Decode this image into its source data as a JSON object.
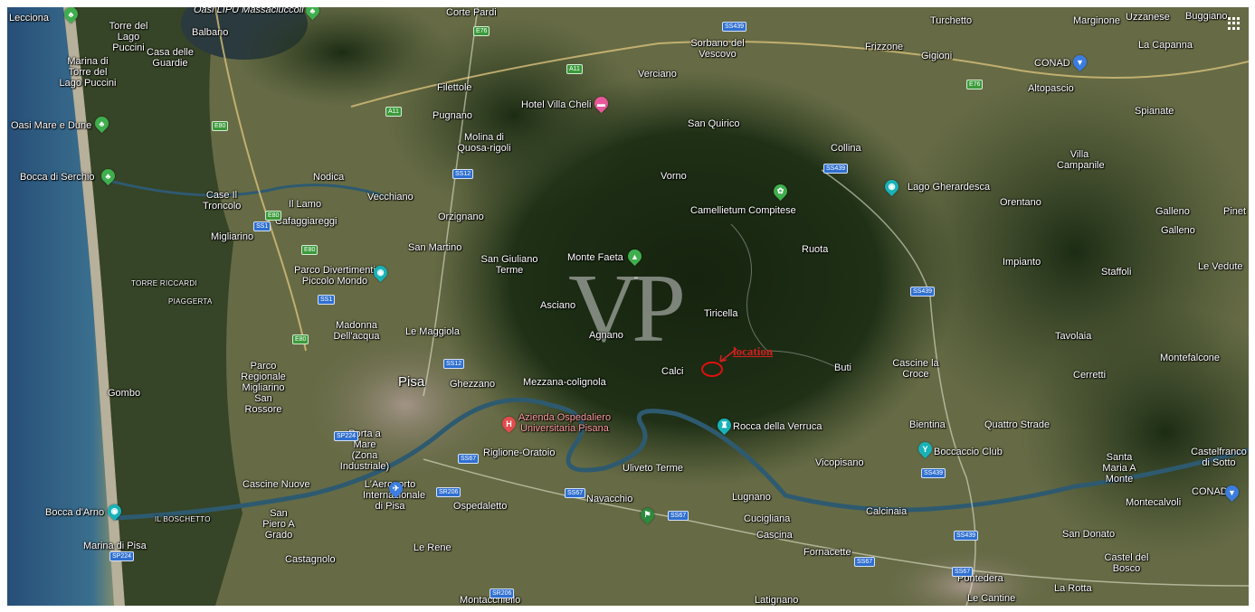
{
  "map": {
    "type": "satellite",
    "region": "Pisa, Tuscany",
    "watermark": "VP",
    "marker": {
      "label": "location",
      "color": "#e01010"
    },
    "colors": {
      "water": "#1f4d73",
      "sea": "#285c86",
      "forest": "#24361c",
      "plain": "#6a7048",
      "urban": "#8a857a",
      "river": "#2e5a70"
    }
  },
  "labels": {
    "lecciona": "Lecciona",
    "oasi_lipu": "Oasi LIPU Massaciuccoli",
    "corte_pardi": "Corte Pardi",
    "torre_lago": "Torre del Lago Puccini",
    "casa_guardie": "Casa delle Guardie",
    "marina_torre": "Marina di Torre del Lago Puccini",
    "balbano": "Balbano",
    "sorbano": "Sorbano del Vescovo",
    "verciano": "Verciano",
    "marginone": "Marginone",
    "uzzanese": "Uzzanese",
    "buggiano": "Buggiano",
    "turchetto": "Turchetto",
    "frizzone": "Frizzone",
    "gigioni": "Gigioni",
    "conad1": "CONAD",
    "la_capanna": "La Capanna",
    "altopascio": "Altopascio",
    "filettole": "Filettole",
    "hotel_villa_cheli": "Hotel Villa Cheli",
    "pugnano": "Pugnano",
    "oasi_mare": "Oasi Mare e Dune",
    "molina": "Molina di Quosa-rigoli",
    "san_quirico": "San Quirico",
    "collina": "Collina",
    "spianate": "Spianate",
    "villa_campanile": "Villa Campanile",
    "bocca_serchio": "Bocca di Serchio",
    "nodica": "Nodica",
    "vorno": "Vorno",
    "lago_gherardesca": "Lago Gherardesca",
    "case_troncolo": "Case Il Troncolo",
    "vecchiano": "Vecchiano",
    "il_lamo": "Il Lamo",
    "cafaggiareggi": "Cafaggiareggi",
    "orzignano": "Orzignano",
    "camellietum": "Camellietum Compitese",
    "orentano": "Orentano",
    "galleno1": "Galleno",
    "pinet": "Pinet",
    "galleno2": "Galleno",
    "migliarino": "Migliarino",
    "san_martino": "San Martino",
    "ruota": "Ruota",
    "monte_faeta": "Monte Faeta",
    "san_giuliano": "San Giuliano Terme",
    "impianto": "Impianto",
    "staffoli": "Staffoli",
    "le_vedute": "Le Vedute",
    "parco_divertimenti": "Parco Divertimenti Piccolo Mondo",
    "torre_riccardi": "TORRE RICCARDI",
    "piaggerta": "PIAGGERTA",
    "asciano": "Asciano",
    "tiricella": "Tiricella",
    "madonna_acqua": "Madonna Dell'acqua",
    "le_maggiola": "Le Maggiola",
    "agnano": "Agnano",
    "tavolaia": "Tavolaia",
    "buti": "Buti",
    "cascine_croce": "Cascine la Croce",
    "montefalcone": "Montefalcone",
    "calci": "Calci",
    "parco_regionale": "Parco Regionale Migliarino San Rossore",
    "pisa": "Pisa",
    "ghezzano": "Ghezzano",
    "mezzana": "Mezzana-colignola",
    "cerretti": "Cerretti",
    "gombo": "Gombo",
    "azienda": "Azienda Ospedaliero Universitaria Pisana",
    "rocca_verruca": "Rocca della Verruca",
    "bientina": "Bientina",
    "quattro_strade": "Quattro Strade",
    "porta_mare": "Porta a Mare (Zona Industriale)",
    "boccaccio": "Boccaccio Club",
    "santa_maria": "Santa Maria A Monte",
    "castelfranco": "Castelfranco di Sotto",
    "riglione": "Riglione-Oratoio",
    "uliveto": "Uliveto Terme",
    "vicopisano": "Vicopisano",
    "cascine_nuove": "Cascine Nuove",
    "aeroporto": "L'Aeroporto Internazionale di Pisa",
    "ospedaletto": "Ospedaletto",
    "navacchio": "Navacchio",
    "lugnano": "Lugnano",
    "montecalvoli": "Montecalvoli",
    "conad2": "CONAD",
    "bocca_arno": "Bocca d'Arno",
    "il_boschetto": "IL BOSCHETTO",
    "san_piero": "San Piero A Grado",
    "calcinaia": "Calcinaia",
    "cucigliana": "Cucigliana",
    "cascina": "Cascina",
    "san_donato": "San Donato",
    "marina_pisa": "Marina di Pisa",
    "le_rene": "Le Rene",
    "fornacette": "Fornacette",
    "pontedera": "Pontedera",
    "castel_bosco": "Castel del Bosco",
    "castagnolo": "Castagnolo",
    "la_rotta": "La Rotta",
    "le_cantine": "Le Cantine",
    "montacchiello": "Montacchiello",
    "latignano": "Latignano"
  },
  "roads": {
    "a11a": "A11",
    "a11b": "A11",
    "e76": "E76",
    "e80a": "E80",
    "e80b": "E80",
    "e80c": "E80",
    "e80d": "E80",
    "ss12a": "SS12",
    "ss12b": "SS12",
    "ss1a": "SS1",
    "ss1b": "SS1",
    "ss439a": "SS439",
    "ss439b": "SS439",
    "ss439c": "SS439",
    "ss439d": "SS439",
    "ss439e": "SS439",
    "ss67a": "SS67",
    "ss67b": "SS67",
    "ss67c": "SS67",
    "ss67d": "SS67",
    "ss67e": "SS67",
    "sp224a": "SP224",
    "sp224b": "SP224",
    "sr206a": "SR206",
    "sr206b": "SR206",
    "e76b": "E76"
  }
}
